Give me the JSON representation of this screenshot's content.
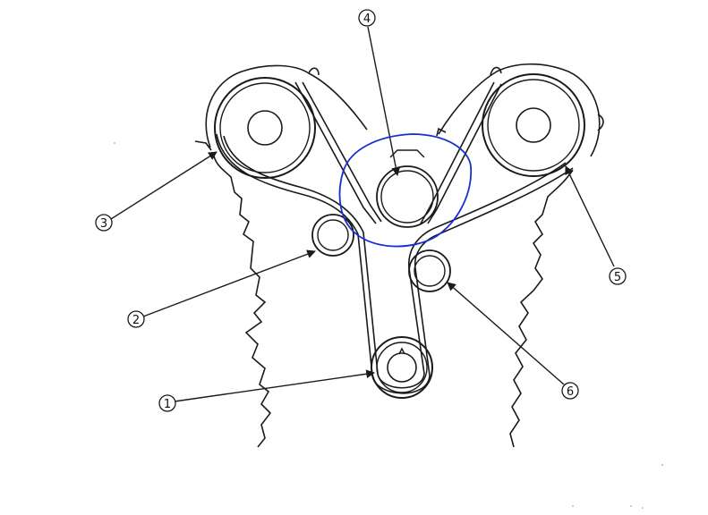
{
  "diagram": {
    "callouts": [
      {
        "id": "1",
        "label": "1"
      },
      {
        "id": "2",
        "label": "2"
      },
      {
        "id": "3",
        "label": "3"
      },
      {
        "id": "4",
        "label": "4"
      },
      {
        "id": "5",
        "label": "5"
      },
      {
        "id": "6",
        "label": "6"
      }
    ],
    "highlight_color": "#1a2fd0",
    "ink_color": "#1a1a1a"
  }
}
